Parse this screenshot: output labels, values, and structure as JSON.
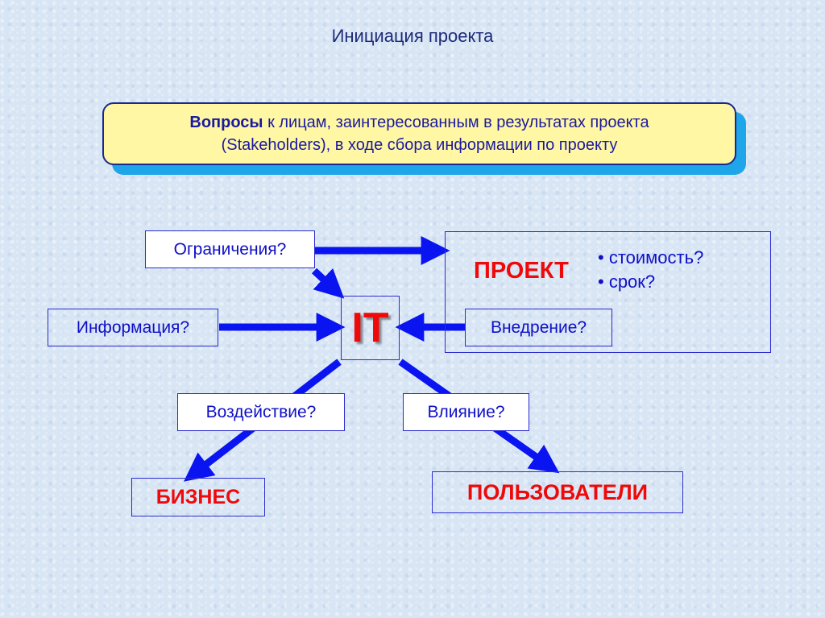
{
  "title": "Инициация проекта",
  "question_box": {
    "bold_lead": "Вопросы",
    "line1_rest": " к лицам, заинтересованным в результатах проекта",
    "line2": "(Stakeholders), в ходе сбора информации по проекту"
  },
  "nodes": {
    "constraints": "Ограничения?",
    "information": "Информация?",
    "it": "IT",
    "implementation": "Внедрение?",
    "impact": "Воздействие?",
    "influence": "Влияние?",
    "business": "БИЗНЕС",
    "users": "ПОЛЬЗОВАТЕЛИ"
  },
  "project": {
    "label": "ПРОЕКТ",
    "items": [
      "• стоимость?",
      "• срок?"
    ]
  },
  "colors": {
    "arrow": "#0a14f0",
    "accent_red": "#ee0a0a",
    "text_blue": "#0f0fc8",
    "question_fill": "#fff7a3",
    "question_shadow": "#1fa6ea"
  },
  "edges": [
    {
      "from": "Ограничения?",
      "to": "ПРОЕКТ"
    },
    {
      "from": "Ограничения?",
      "to": "IT"
    },
    {
      "from": "Информация?",
      "to": "IT"
    },
    {
      "from": "Внедрение?",
      "to": "IT"
    },
    {
      "from": "IT",
      "to": "БИЗНЕС",
      "label": "Воздействие?"
    },
    {
      "from": "IT",
      "to": "ПОЛЬЗОВАТЕЛИ",
      "label": "Влияние?"
    }
  ]
}
